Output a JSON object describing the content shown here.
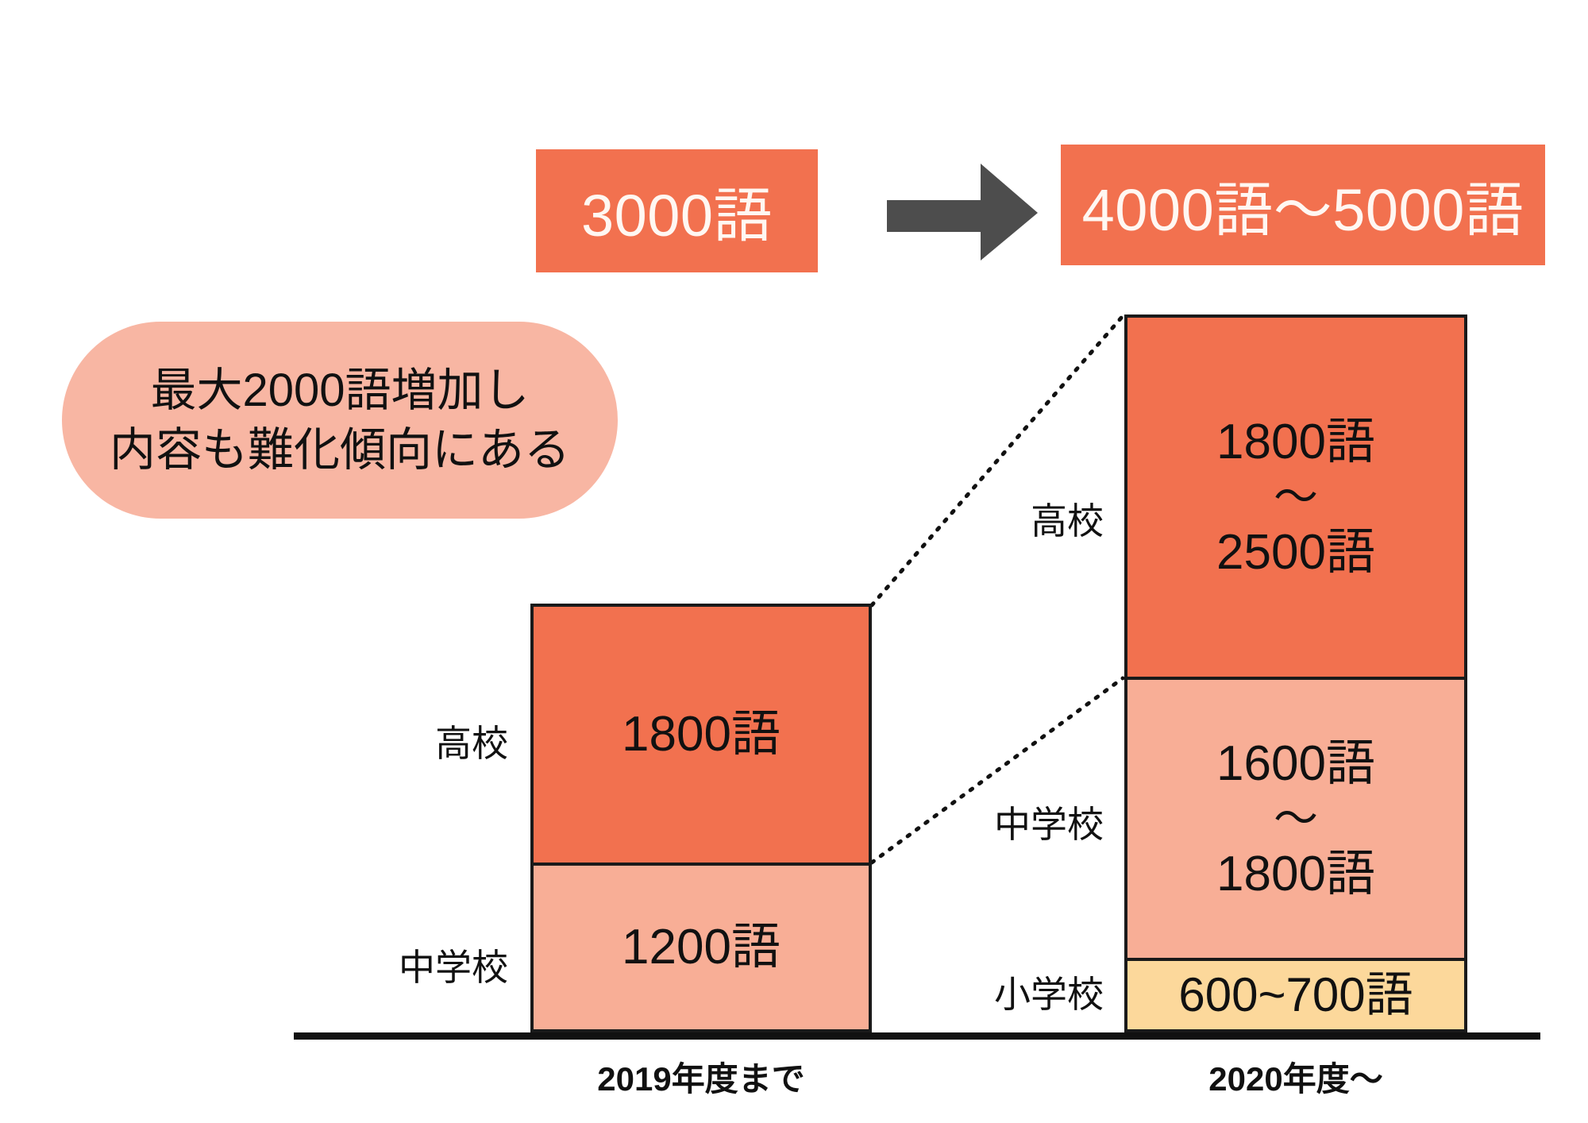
{
  "header": {
    "before_label": "3000語",
    "arrow_icon": "right-arrow-icon",
    "after_label": "4000語〜5000語"
  },
  "callout": {
    "line1": "最大2000語増加し",
    "line2": "内容も難化傾向にある"
  },
  "colors": {
    "accent_orange": "#F2714F",
    "light_pink": "#F8AE96",
    "callout_pink": "#F8B6A3",
    "cream_yellow": "#FCD89B",
    "arrow_gray": "#4D4D4D",
    "outline": "#1A1A1A"
  },
  "chart_data": {
    "type": "bar",
    "title": "",
    "xlabel": "",
    "ylabel": "",
    "categories": [
      "2019年度まで",
      "2020年度〜"
    ],
    "stack_order_bottom_up": [
      "小学校",
      "中学校",
      "高校"
    ],
    "groups": [
      {
        "category": "2019年度まで",
        "total_label": "3000語",
        "segments": [
          {
            "name": "中学校",
            "label": "1200語",
            "value": 1200,
            "color": "#F8AE96"
          },
          {
            "name": "高校",
            "label": "1800語",
            "value": 1800,
            "color": "#F2714F"
          }
        ]
      },
      {
        "category": "2020年度〜",
        "total_label": "4000語〜5000語",
        "segments": [
          {
            "name": "小学校",
            "label": "600~700語",
            "value_min": 600,
            "value_max": 700,
            "color": "#FCD89B"
          },
          {
            "name": "中学校",
            "label_min": "1600語",
            "tilde": "〜",
            "label_max": "1800語",
            "value_min": 1600,
            "value_max": 1800,
            "color": "#F8AE96"
          },
          {
            "name": "高校",
            "label_min": "1800語",
            "tilde": "〜",
            "label_max": "2500語",
            "value_min": 1800,
            "value_max": 2500,
            "color": "#F2714F"
          }
        ]
      }
    ]
  },
  "left_bar": {
    "caption": "2019年度まで",
    "high_school": {
      "label": "高校",
      "value_text": "1800語"
    },
    "junior_high": {
      "label": "中学校",
      "value_text": "1200語"
    }
  },
  "right_bar": {
    "caption": "2020年度〜",
    "high_school": {
      "label": "高校",
      "value_min": "1800語",
      "tilde": "〜",
      "value_max": "2500語"
    },
    "junior_high": {
      "label": "中学校",
      "value_min": "1600語",
      "tilde": "〜",
      "value_max": "1800語"
    },
    "elementary": {
      "label": "小学校",
      "value_text": "600~700語"
    }
  }
}
